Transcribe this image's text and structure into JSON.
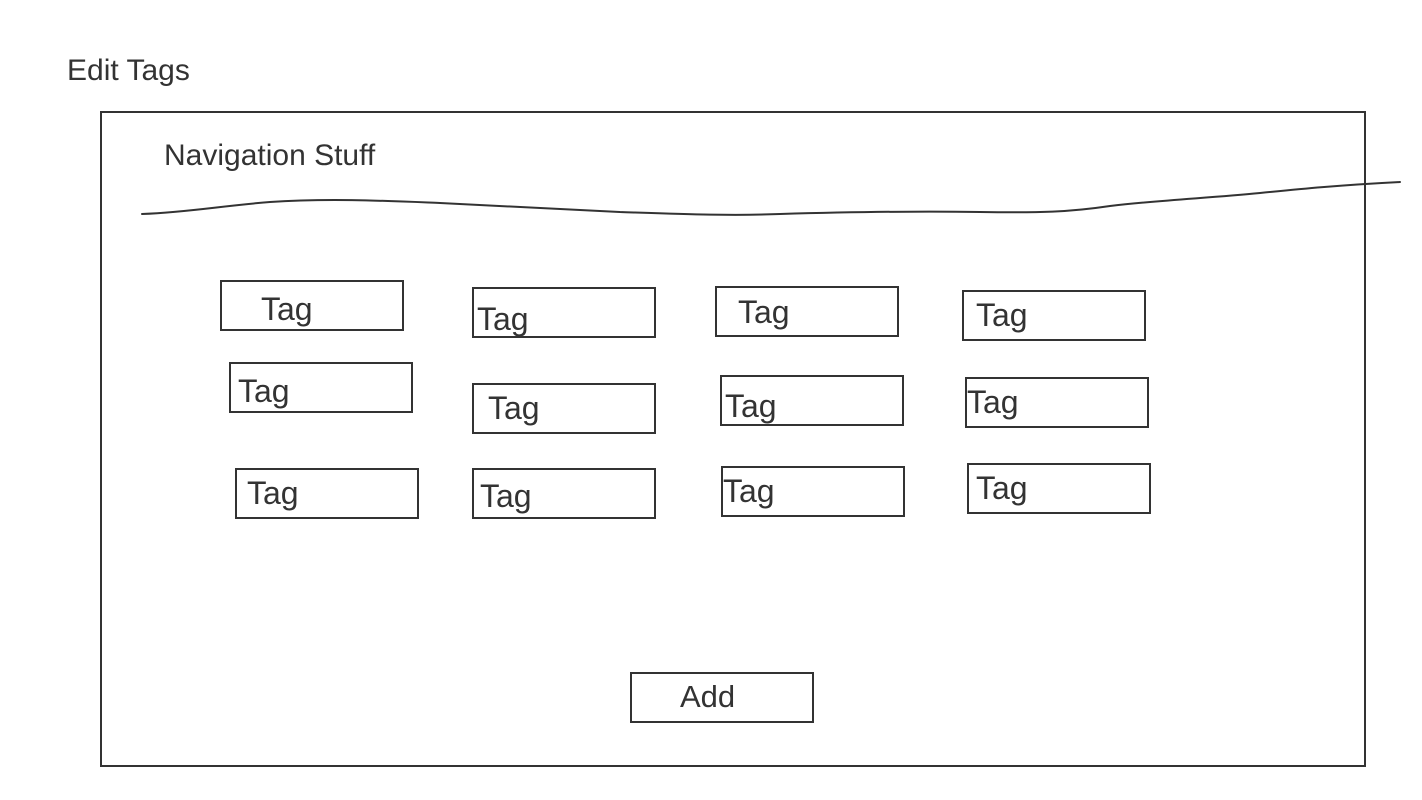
{
  "page": {
    "title": "Edit Tags"
  },
  "navigation": {
    "label": "Navigation Stuff"
  },
  "tags": [
    {
      "label": "Tag"
    },
    {
      "label": "Tag"
    },
    {
      "label": "Tag"
    },
    {
      "label": "Tag"
    },
    {
      "label": "Tag"
    },
    {
      "label": "Tag"
    },
    {
      "label": "Tag"
    },
    {
      "label": "Tag"
    },
    {
      "label": "Tag"
    },
    {
      "label": "Tag"
    },
    {
      "label": "Tag"
    },
    {
      "label": "Tag"
    }
  ],
  "actions": {
    "add_label": "Add"
  }
}
